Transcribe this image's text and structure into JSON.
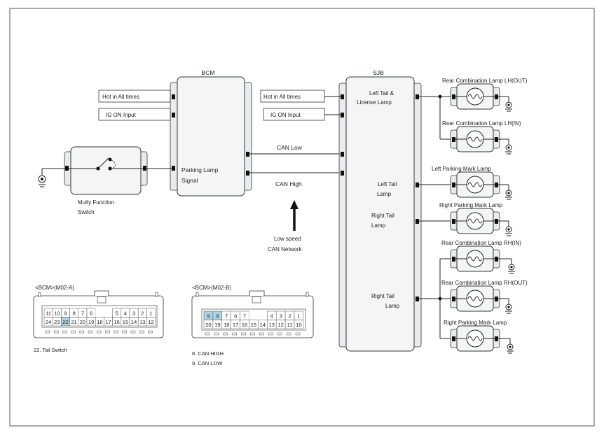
{
  "bcm": {
    "title": "BCM",
    "input_hot": "Hot in All times",
    "input_ig": "IG ON Input",
    "parking_line1": "Parking Lamp",
    "parking_line2": "Signal"
  },
  "sjb": {
    "title": "SJB",
    "input_hot": "Hot in All times",
    "input_ig": "IG ON Input",
    "left_tail_license_1": "Left Tail &",
    "left_tail_license_2": "License Lamp",
    "left_tail_1": "Left Tail",
    "left_tail_2": "Lamp",
    "right_tail_a_1": "Right Tail",
    "right_tail_a_2": "Lamp",
    "right_tail_b_1": "Right Tail",
    "right_tail_b_2": "Lamp"
  },
  "bus": {
    "can_low": "CAN Low",
    "can_high": "CAN High",
    "network_1": "Low speed",
    "network_2": "CAN Network"
  },
  "switch": {
    "label_1": "Multy Function",
    "label_2": "Switch"
  },
  "lamps": [
    "Rear Combination Lamp LH(OUT)",
    "Rear Combination Lamp LH(IN)",
    "Left Parking Mark Lamp",
    "Right Parking Mark Lamp",
    "Rear Combination Lamp RH(IN)",
    "Rear Combination Lamp RH(OUT)",
    "Right Parking Mark Lamp"
  ],
  "connector_a": {
    "title": "<BCM>(M02-A)",
    "row1": [
      "11",
      "10",
      "9",
      "8",
      "7",
      "6",
      "",
      "",
      "5",
      "4",
      "3",
      "2",
      "1"
    ],
    "row2": [
      "24",
      "23",
      "22",
      "21",
      "20",
      "19",
      "18",
      "17",
      "16",
      "15",
      "14",
      "13",
      "12"
    ],
    "highlight": [
      "22"
    ],
    "notes": [
      "22. Tail Switch"
    ]
  },
  "connector_b": {
    "title": "<BCM>(M02-B)",
    "row1": [
      "9",
      "8",
      "7",
      "6",
      "7",
      "",
      "",
      "4",
      "3",
      "2",
      "1"
    ],
    "row2": [
      "20",
      "19",
      "18",
      "17",
      "16",
      "15",
      "14",
      "13",
      "12",
      "11",
      "10"
    ],
    "highlight": [
      "9",
      "8"
    ],
    "notes": [
      "8. CAN HIGH",
      "9. CAN LOW"
    ]
  },
  "colors": {
    "line": "#222222",
    "module_fill": "#f0f0f0",
    "pin_highlight": "#a9d3df"
  }
}
